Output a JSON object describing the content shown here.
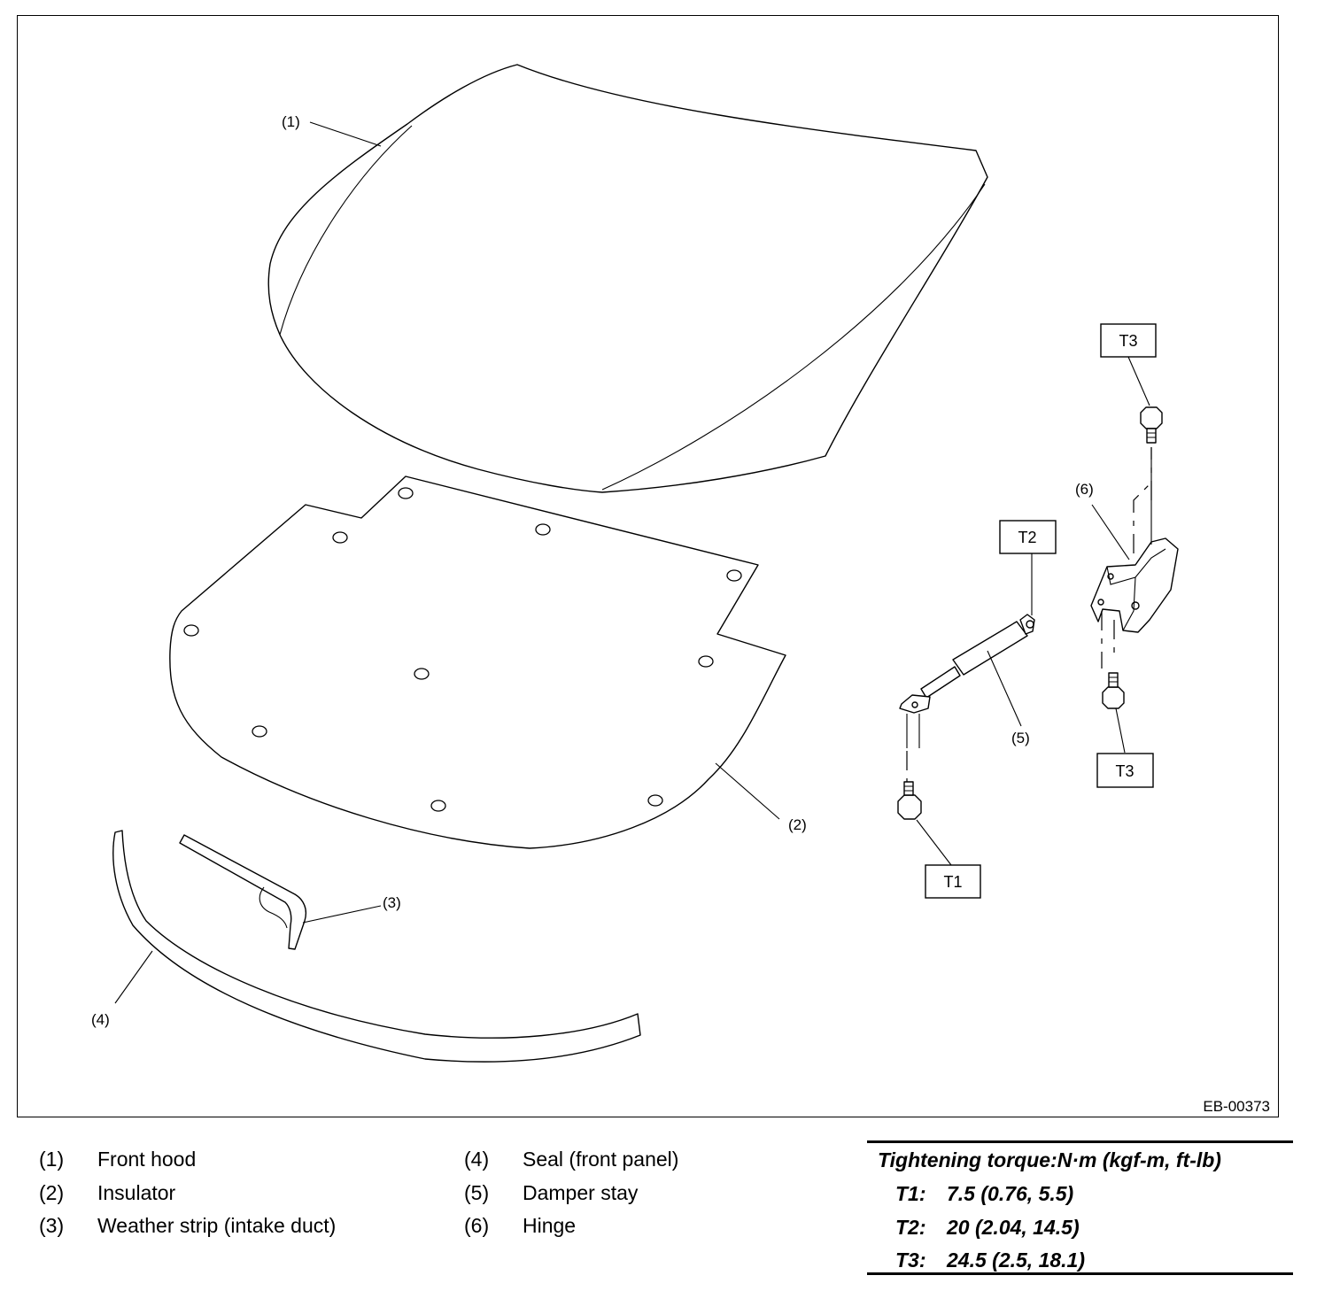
{
  "figure": {
    "id": "EB-00373"
  },
  "callouts": {
    "c1": "(1)",
    "c2": "(2)",
    "c3": "(3)",
    "c4": "(4)",
    "c5": "(5)",
    "c6": "(6)"
  },
  "torque_tags": {
    "t1": "T1",
    "t2": "T2",
    "t3_top": "T3",
    "t3_bottom": "T3"
  },
  "legend": {
    "items": [
      {
        "num": "(1)",
        "label": "Front hood"
      },
      {
        "num": "(2)",
        "label": "Insulator"
      },
      {
        "num": "(3)",
        "label": "Weather strip (intake duct)"
      },
      {
        "num": "(4)",
        "label": "Seal (front panel)"
      },
      {
        "num": "(5)",
        "label": "Damper stay"
      },
      {
        "num": "(6)",
        "label": "Hinge"
      }
    ]
  },
  "torque": {
    "title": "Tightening torque:N·m (kgf-m, ft-lb)",
    "rows": [
      {
        "key": "T1:",
        "value": "7.5 (0.76, 5.5)"
      },
      {
        "key": "T2:",
        "value": "20 (2.04, 14.5)"
      },
      {
        "key": "T3:",
        "value": "24.5 (2.5, 18.1)"
      }
    ]
  }
}
